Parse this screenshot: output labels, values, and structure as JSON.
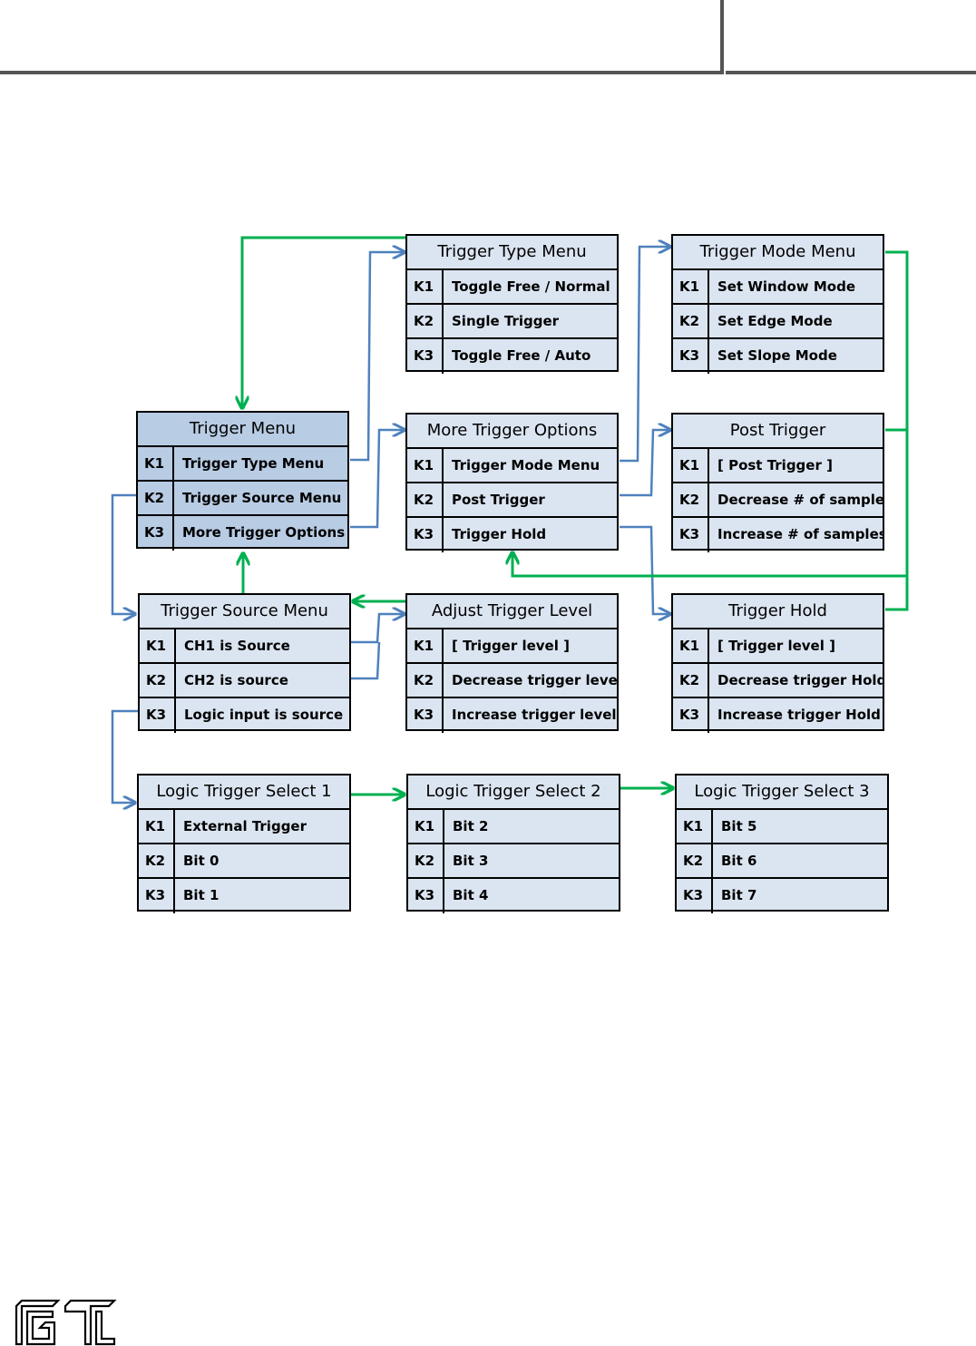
{
  "colors": {
    "blue_arrow": "#4f81bd",
    "green_arrow": "#00b050",
    "box_fill": "#dbe5f1",
    "box_fill_highlight": "#b8cce4"
  },
  "boxes": {
    "trigger_type": {
      "title": "Trigger Type Menu",
      "rows": [
        {
          "key": "K1",
          "label": "Toggle Free / Normal"
        },
        {
          "key": "K2",
          "label": "Single Trigger"
        },
        {
          "key": "K3",
          "label": "Toggle Free / Auto"
        }
      ]
    },
    "trigger_mode": {
      "title": "Trigger Mode Menu",
      "rows": [
        {
          "key": "K1",
          "label": "Set Window Mode"
        },
        {
          "key": "K2",
          "label": "Set Edge Mode"
        },
        {
          "key": "K3",
          "label": "Set Slope Mode"
        }
      ]
    },
    "trigger_menu": {
      "title": "Trigger Menu",
      "rows": [
        {
          "key": "K1",
          "label": "Trigger Type Menu"
        },
        {
          "key": "K2",
          "label": "Trigger Source Menu"
        },
        {
          "key": "K3",
          "label": "More Trigger Options"
        }
      ]
    },
    "more_options": {
      "title": "More Trigger Options",
      "rows": [
        {
          "key": "K1",
          "label": "Trigger Mode Menu"
        },
        {
          "key": "K2",
          "label": "Post Trigger"
        },
        {
          "key": "K3",
          "label": "Trigger Hold"
        }
      ]
    },
    "post_trigger": {
      "title": "Post Trigger",
      "rows": [
        {
          "key": "K1",
          "label": "[ Post Trigger ]"
        },
        {
          "key": "K2",
          "label": "Decrease # of samples"
        },
        {
          "key": "K3",
          "label": "Increase # of samples"
        }
      ]
    },
    "trigger_source": {
      "title": "Trigger Source Menu",
      "rows": [
        {
          "key": "K1",
          "label": "CH1 is Source"
        },
        {
          "key": "K2",
          "label": "CH2 is source"
        },
        {
          "key": "K3",
          "label": "Logic input is source"
        }
      ]
    },
    "adjust_level": {
      "title": "Adjust Trigger Level",
      "rows": [
        {
          "key": "K1",
          "label": "[ Trigger level ]"
        },
        {
          "key": "K2",
          "label": "Decrease trigger level"
        },
        {
          "key": "K3",
          "label": "Increase trigger level"
        }
      ]
    },
    "trigger_hold": {
      "title": "Trigger Hold",
      "rows": [
        {
          "key": "K1",
          "label": "[ Trigger level ]"
        },
        {
          "key": "K2",
          "label": "Decrease trigger Hold"
        },
        {
          "key": "K3",
          "label": "Increase trigger Hold"
        }
      ]
    },
    "logic_1": {
      "title": "Logic Trigger Select 1",
      "rows": [
        {
          "key": "K1",
          "label": "External Trigger"
        },
        {
          "key": "K2",
          "label": "Bit 0"
        },
        {
          "key": "K3",
          "label": "Bit 1"
        }
      ]
    },
    "logic_2": {
      "title": "Logic Trigger Select 2",
      "rows": [
        {
          "key": "K1",
          "label": "Bit 2"
        },
        {
          "key": "K2",
          "label": "Bit 3"
        },
        {
          "key": "K3",
          "label": "Bit 4"
        }
      ]
    },
    "logic_3": {
      "title": "Logic Trigger Select 3",
      "rows": [
        {
          "key": "K1",
          "label": "Bit 5"
        },
        {
          "key": "K2",
          "label": "Bit 6"
        },
        {
          "key": "K3",
          "label": "Bit 7"
        }
      ]
    }
  },
  "logo": {
    "icon": "company-logo-icon"
  }
}
